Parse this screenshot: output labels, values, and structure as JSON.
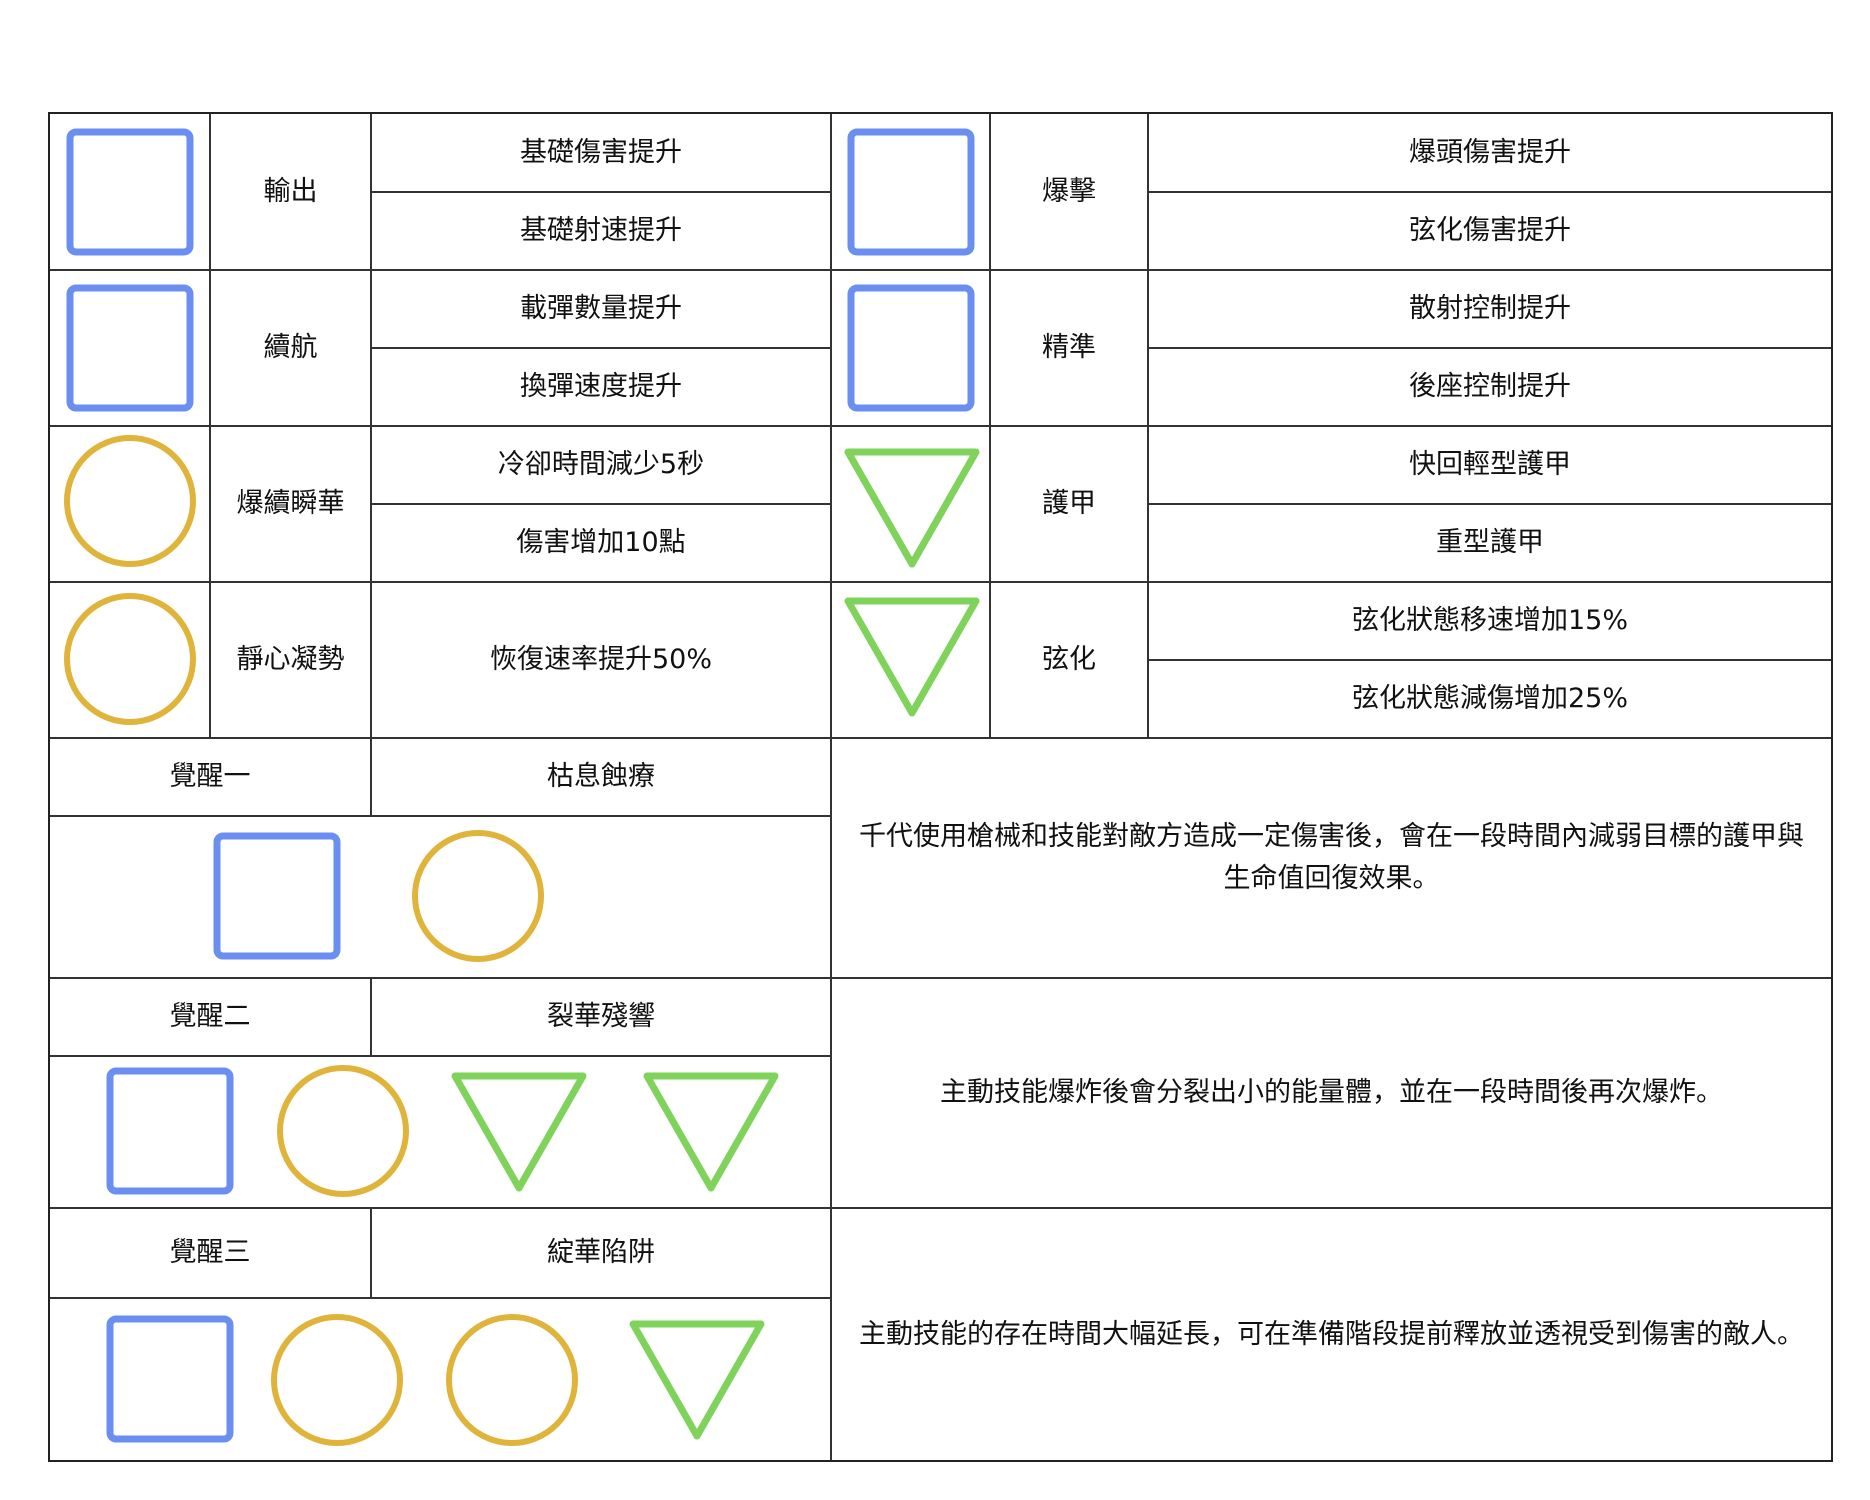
{
  "colors": {
    "square": "#6b8ff0",
    "circle": "#e0b43a",
    "triangle": "#7fd35a",
    "line": "#333333"
  },
  "attributes": [
    {
      "icon": "square-icon",
      "name": "輸出",
      "effects": [
        "基礎傷害提升",
        "基礎射速提升"
      ]
    },
    {
      "icon": "square-icon",
      "name": "續航",
      "effects": [
        "載彈數量提升",
        "換彈速度提升"
      ]
    },
    {
      "icon": "circle-icon",
      "name": "爆續瞬華",
      "effects": [
        "冷卻時間減少5秒",
        "傷害增加10點"
      ]
    },
    {
      "icon": "circle-icon",
      "name": "靜心凝勢",
      "effects": [
        "恢復速率提升50%"
      ]
    },
    {
      "icon": "square-icon",
      "name": "爆擊",
      "effects": [
        "爆頭傷害提升",
        "弦化傷害提升"
      ]
    },
    {
      "icon": "square-icon",
      "name": "精準",
      "effects": [
        "散射控制提升",
        "後座控制提升"
      ]
    },
    {
      "icon": "triangle-icon",
      "name": "護甲",
      "effects": [
        "快回輕型護甲",
        "重型護甲"
      ]
    },
    {
      "icon": "triangle-icon",
      "name": "弦化",
      "effects": [
        "弦化狀態移速增加15%",
        "弦化狀態減傷增加25%"
      ]
    }
  ],
  "awakenings": [
    {
      "level": "覺醒一",
      "name": "枯息蝕療",
      "icons": [
        "square-icon",
        "circle-icon"
      ],
      "description": "千代使用槍械和技能對敵方造成一定傷害後，會在一段時間內減弱目標的護甲與生命值回復效果。"
    },
    {
      "level": "覺醒二",
      "name": "裂華殘響",
      "icons": [
        "square-icon",
        "circle-icon",
        "triangle-icon",
        "triangle-icon"
      ],
      "description": "主動技能爆炸後會分裂出小的能量體，並在一段時間後再次爆炸。"
    },
    {
      "level": "覺醒三",
      "name": "綻華陷阱",
      "icons": [
        "square-icon",
        "circle-icon",
        "circle-icon",
        "triangle-icon"
      ],
      "description": "主動技能的存在時間大幅延長，可在準備階段提前釋放並透視受到傷害的敵人。"
    }
  ]
}
